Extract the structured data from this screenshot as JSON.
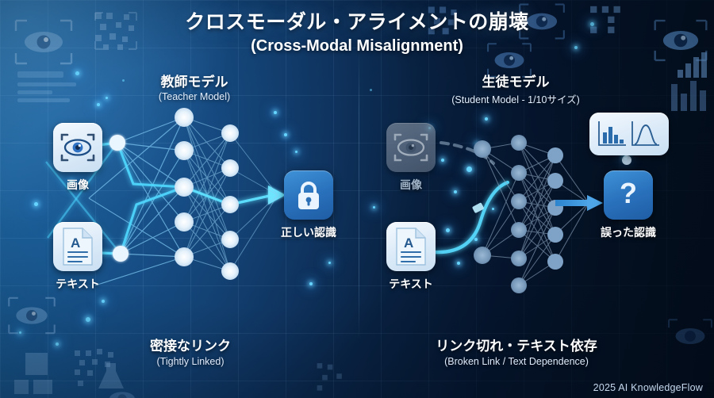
{
  "title": {
    "jp": "クロスモーダル・アライメントの崩壊",
    "en": "(Cross-Modal Misalignment)"
  },
  "sections": {
    "left": {
      "heading_jp": "教師モデル",
      "heading_en": "(Teacher Model)",
      "footer_jp": "密接なリンク",
      "footer_en": "(Tightly Linked)",
      "inputs": [
        {
          "icon": "eye-scan-icon",
          "label": "画像"
        },
        {
          "icon": "text-document-icon",
          "label": "テキスト"
        }
      ],
      "output": {
        "icon": "lock-icon",
        "label": "正しい認識"
      },
      "network": {
        "layers": [
          5,
          5
        ],
        "node_color": "#e8f3fc",
        "link_color": "#7fc4ee",
        "highlight_color": "#41d7ff"
      }
    },
    "right": {
      "heading_jp": "生徒モデル",
      "heading_en": "(Student Model - 1/10サイズ)",
      "footer_jp": "リンク切れ・テキスト依存",
      "footer_en": "(Broken Link / Text Dependence)",
      "inputs": [
        {
          "icon": "eye-scan-icon-disabled",
          "label": "画像"
        },
        {
          "icon": "text-document-icon",
          "label": "テキスト"
        }
      ],
      "output": {
        "icon": "question-mark-icon",
        "label": "誤った認識"
      },
      "aux": {
        "icon": "statistics-chart-icon",
        "label": ""
      },
      "network": {
        "layers": [
          5,
          6,
          5
        ],
        "node_color": "#7e9cbb",
        "link_color": "#8fa9c4",
        "arrow_color": "#2f8fd6"
      }
    }
  },
  "credit": "2025 AI KnowledgeFlow",
  "colors": {
    "bg_left": "#1d6198",
    "bg_right": "#030b18",
    "accent_cyan": "#41d7ff",
    "accent_blue": "#2f8fd6",
    "text_primary": "#ffffff",
    "text_secondary": "#e2eefc"
  }
}
